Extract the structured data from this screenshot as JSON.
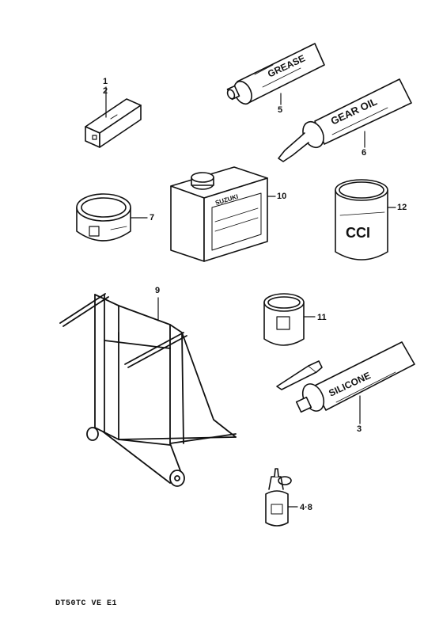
{
  "callouts": [
    {
      "id": "1",
      "label": "1"
    },
    {
      "id": "2",
      "label": "2"
    },
    {
      "id": "5",
      "label": "5"
    },
    {
      "id": "6",
      "label": "6"
    },
    {
      "id": "10",
      "label": "10"
    },
    {
      "id": "12",
      "label": "12"
    },
    {
      "id": "7",
      "label": "7"
    },
    {
      "id": "9",
      "label": "9"
    },
    {
      "id": "11",
      "label": "11"
    },
    {
      "id": "3",
      "label": "3"
    },
    {
      "id": "4-8",
      "label": "4·8"
    }
  ],
  "product_text": {
    "grease": "GREASE",
    "gear_oil": "GEAR OIL",
    "cci": "CCI",
    "silicone": "SILICONE",
    "suzuki": "SUZUKI"
  },
  "footer": {
    "code": "DT50TC VE E1"
  }
}
